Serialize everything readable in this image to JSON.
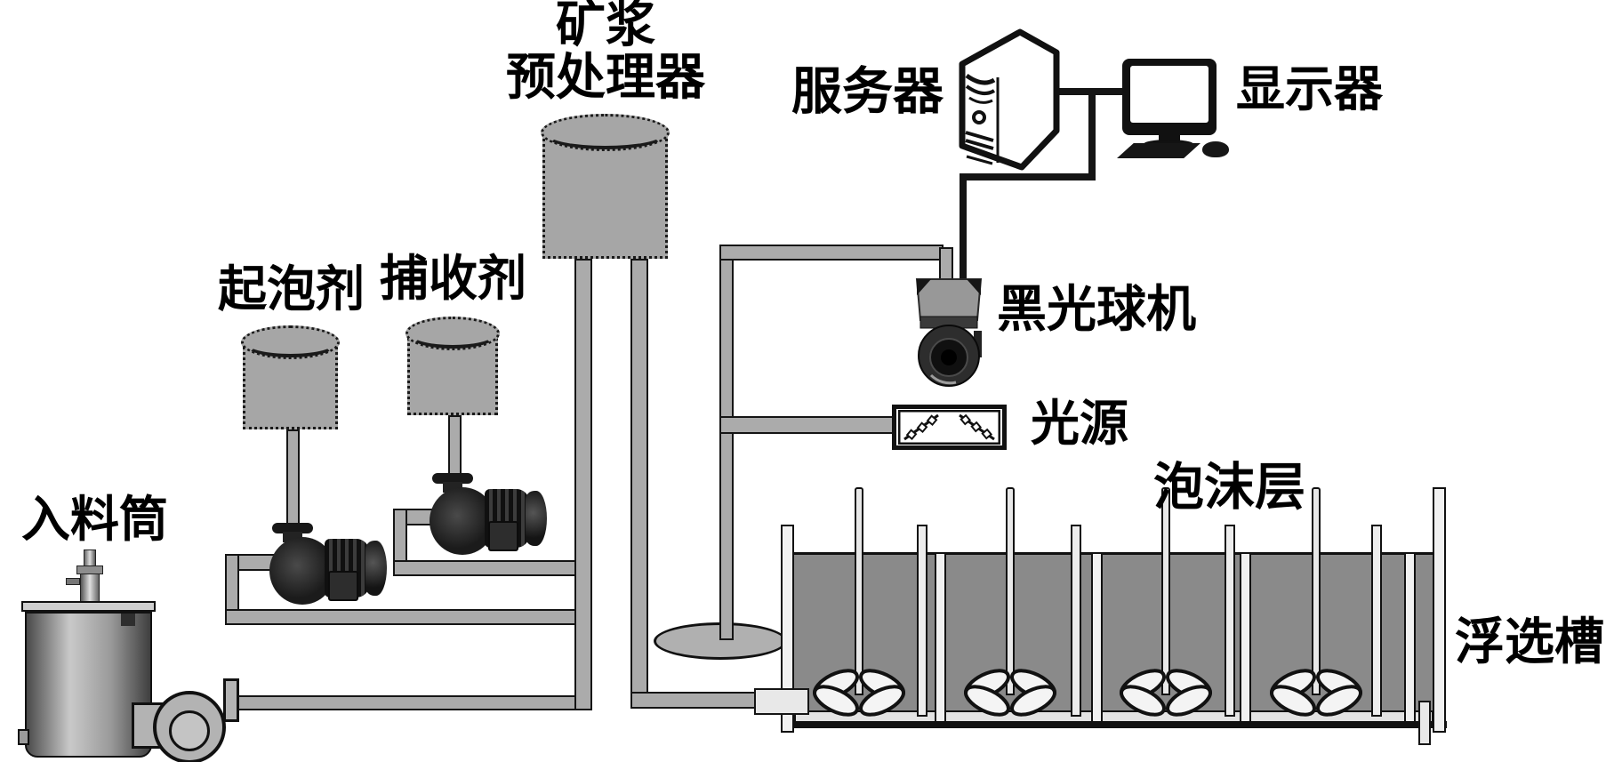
{
  "diagram": {
    "type": "flotation-machine-vision-system-schematic",
    "labels": {
      "preprocessor_line1": "矿浆",
      "preprocessor_line2": "预处理器",
      "frother": "起泡剂",
      "collector": "捕收剂",
      "feed_tank": "入料筒",
      "server": "服务器",
      "display": "显示器",
      "camera": "黑光球机",
      "light_source": "光源",
      "froth_layer": "泡沫层",
      "flotation_tank": "浮选槽"
    },
    "flotation_cells": 4,
    "colors": {
      "background": "#ffffff",
      "pipe_gray": "#ababab",
      "vessel_gray": "#a6a6a6",
      "slurry_gray": "#8a8a8a",
      "light_part": "#efefef",
      "outline_black": "#151515"
    }
  }
}
